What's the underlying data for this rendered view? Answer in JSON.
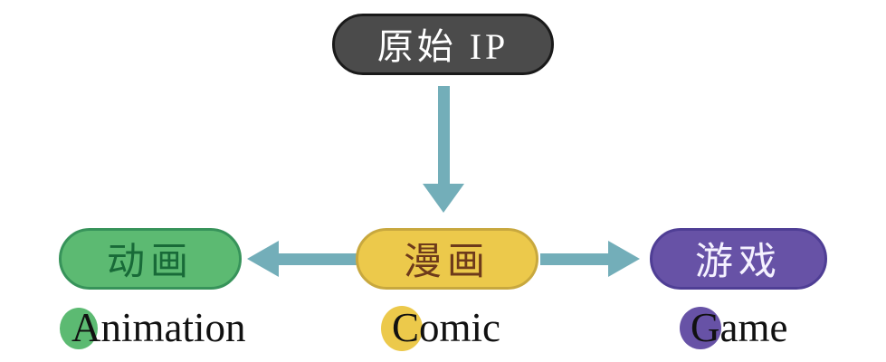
{
  "diagram": {
    "source": {
      "label": "原始 IP"
    },
    "branches": {
      "animation": {
        "pill_label": "动画",
        "caption": "Animation",
        "color": "#5cba72"
      },
      "comic": {
        "pill_label": "漫画",
        "caption": "Comic",
        "color": "#ecc94b"
      },
      "game": {
        "pill_label": "游戏",
        "caption": "Game",
        "color": "#6752a6"
      }
    },
    "colors": {
      "arrow": "#73aeb9",
      "source_fill": "#4b4b4b",
      "source_border": "#1a1a1a",
      "source_text": "#ffffff",
      "animation_border": "#37935a",
      "animation_text": "#186a38",
      "comic_border": "#c8a83e",
      "comic_text": "#6d3a1b",
      "game_border": "#4f3e95",
      "game_text": "#f5f2ff",
      "caption_text": "#111111",
      "background": "#ffffff"
    }
  }
}
